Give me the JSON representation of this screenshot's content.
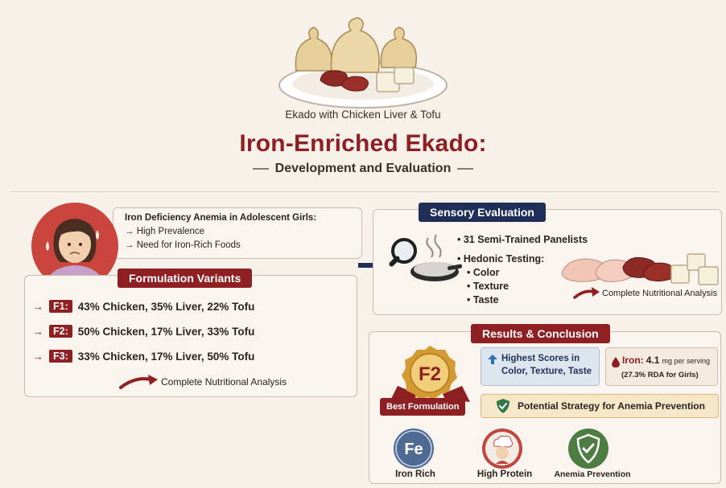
{
  "header": {
    "caption": "Ekado with Chicken Liver & Tofu",
    "title": "Iron-Enriched Ekado:",
    "subtitle": "Development and Evaluation"
  },
  "anemia": {
    "title": "Iron Deficiency Anemia in Adolescent Girls:",
    "points": [
      "→ High Prevalence",
      "→ Need for Iron-Rich Foods"
    ]
  },
  "formulation": {
    "banner": "Formulation Variants",
    "rows": [
      {
        "arrow": "→",
        "tag": "F1:",
        "desc": "43% Chicken, 35% Liver, 22% Tofu"
      },
      {
        "arrow": "→",
        "tag": "F2:",
        "desc": "50% Chicken, 17% Liver, 33% Tofu"
      },
      {
        "arrow": "→",
        "tag": "F3:",
        "desc": "33% Chicken, 17% Liver, 50% Tofu"
      }
    ],
    "analysis_label": "Complete Nutritional Analysis"
  },
  "sensory": {
    "banner": "Sensory Evaluation",
    "panelists": "• 31 Semi-Trained Panelists",
    "hedonic": "• Hedonic Testing:",
    "attributes": [
      "• Color",
      "• Texture",
      "• Taste"
    ],
    "analysis_label": "Complete Nutritional Analysis"
  },
  "results": {
    "banner": "Results & Conclusion",
    "badge_text": "F2",
    "best_label": "Best Formulation",
    "highest_line1": "Highest Scores in",
    "highest_line2": "Color, Texture, Taste",
    "iron_label": "Iron:",
    "iron_value": "4.1",
    "iron_unit": "mg per serving",
    "iron_rda": "(27.3% RDA for Girls)",
    "strategy": "Potential Strategy for Anemia Prevention",
    "icons": {
      "fe_text": "Fe",
      "fe_label": "Iron Rich",
      "protein_label": "High Protein",
      "prevention_label": "Anemia Prevention"
    }
  },
  "colors": {
    "maroon": "#8e1f22",
    "navy": "#1f2f57",
    "background": "#f7f1ea"
  }
}
